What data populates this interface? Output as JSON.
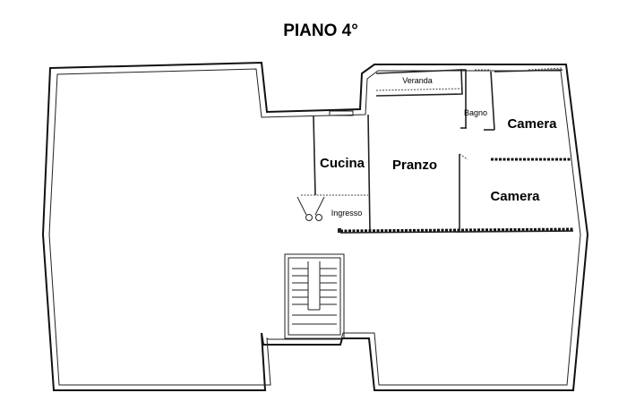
{
  "title": "PIANO 4°",
  "rooms": {
    "veranda": "Veranda",
    "bagno": "Bagno",
    "camera_1": "Camera",
    "cucina": "Cucina",
    "pranzo": "Pranzo",
    "camera_2": "Camera",
    "ingresso": "Ingresso"
  }
}
